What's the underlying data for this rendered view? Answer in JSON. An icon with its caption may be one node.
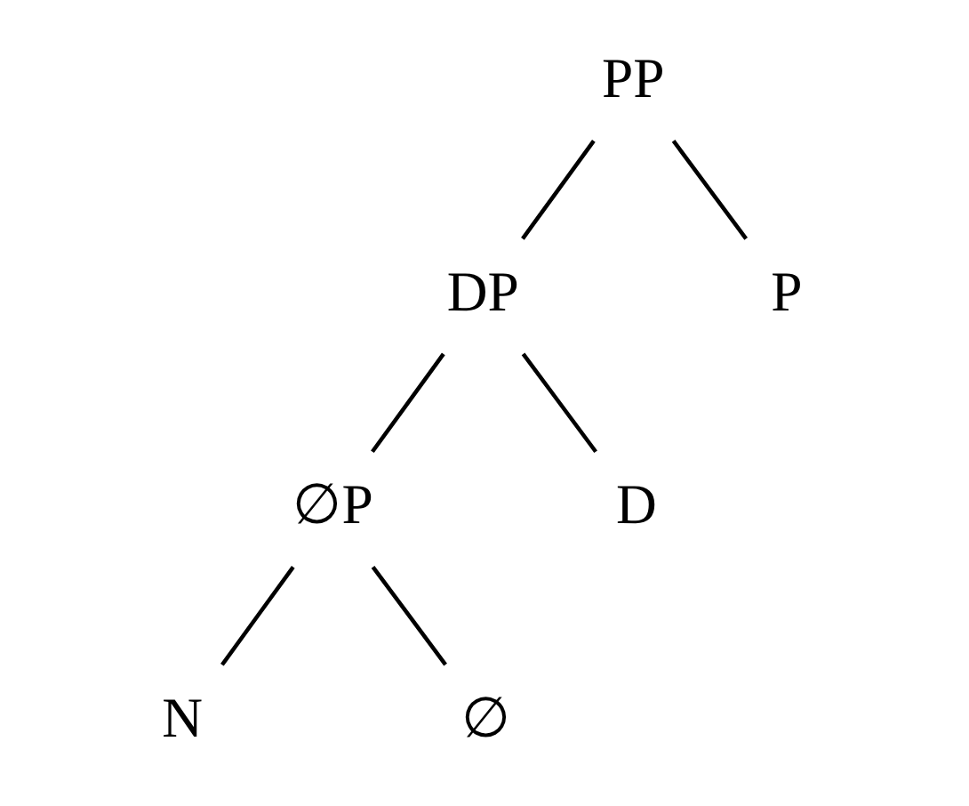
{
  "diagram": {
    "nodes": [
      {
        "text": [
          "PP"
        ]
      },
      {
        "text": [
          "DP"
        ]
      },
      {
        "text": [
          "P"
        ]
      },
      {
        "text": [
          "∅P"
        ]
      },
      {
        "text": [
          "D"
        ]
      },
      {
        "text": [
          "N"
        ]
      },
      {
        "text": [
          "∅"
        ]
      }
    ],
    "edges": [
      {
        "from": 0,
        "to": 1,
        "arrow": "none"
      },
      {
        "from": 0,
        "to": 2,
        "arrow": "none"
      },
      {
        "from": 1,
        "to": 3,
        "arrow": "none"
      },
      {
        "from": 1,
        "to": 4,
        "arrow": "none"
      },
      {
        "from": 3,
        "to": 5,
        "arrow": "none"
      },
      {
        "from": 3,
        "to": 6,
        "arrow": "none"
      }
    ]
  }
}
